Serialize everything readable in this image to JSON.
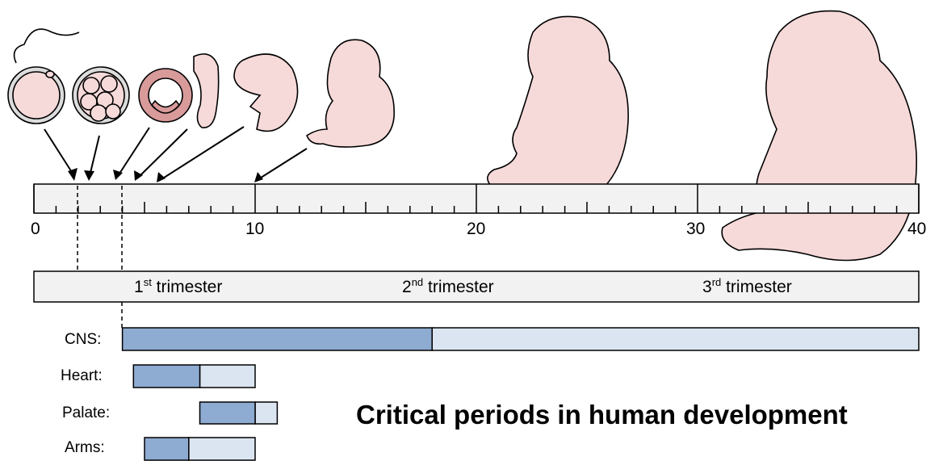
{
  "axis": {
    "min": 0,
    "max": 40,
    "tick_labels": [
      "0",
      "10",
      "20",
      "30",
      "40"
    ]
  },
  "trimesters": [
    {
      "num": "1",
      "sup": "st",
      "word": "trimester"
    },
    {
      "num": "2",
      "sup": "nd",
      "word": "trimester"
    },
    {
      "num": "3",
      "sup": "rd",
      "word": "trimester"
    }
  ],
  "organs": [
    {
      "label": "CNS:",
      "start": 4,
      "major_end": 18,
      "end": 40
    },
    {
      "label": "Heart:",
      "start": 4.5,
      "major_end": 7.5,
      "end": 10
    },
    {
      "label": "Palate:",
      "start": 7.5,
      "major_end": 10,
      "end": 11
    },
    {
      "label": "Arms:",
      "start": 5,
      "major_end": 7,
      "end": 10
    }
  ],
  "title": "Critical periods in human development",
  "colors": {
    "major": "#8eabd1",
    "minor": "#dbe5f1",
    "bar_bg": "#f2f2f2",
    "embryo": "#f6d9d9"
  }
}
